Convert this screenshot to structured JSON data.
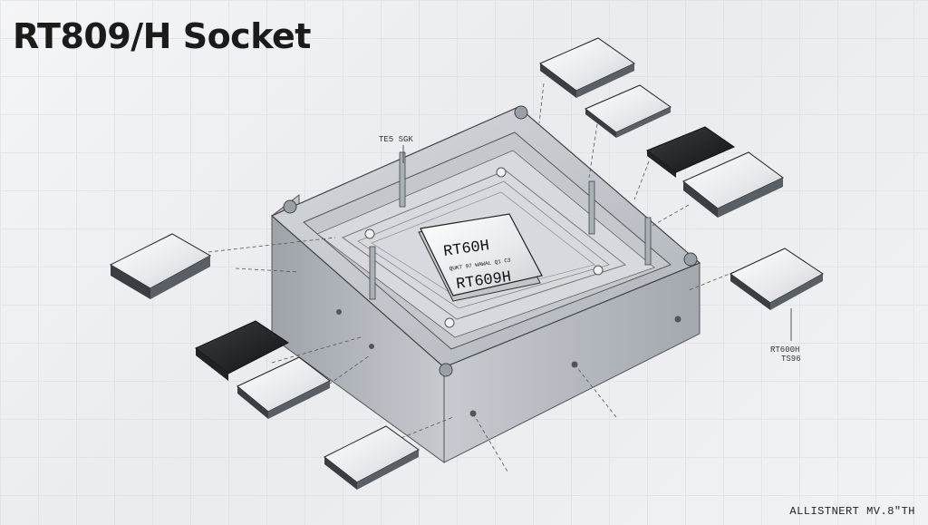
{
  "title": "RT809/H Socket",
  "footer_label": "ALLISTNERT MV.8\"TH",
  "center_chip": {
    "line1": "RT60H",
    "line2": "QUKT 97 WAWAL Q1 C3",
    "line3": "RT609H"
  },
  "labels": {
    "top_left_callout": "TE5 SGK",
    "right_callout": "RT600H",
    "right_callout_sub": "TS96"
  },
  "colors": {
    "socket_body": "#b7bbc1",
    "socket_dark": "#6c7179",
    "chip_light": "#f2f4f6",
    "chip_dark": "#1d1f22",
    "pin": "#444a52"
  }
}
